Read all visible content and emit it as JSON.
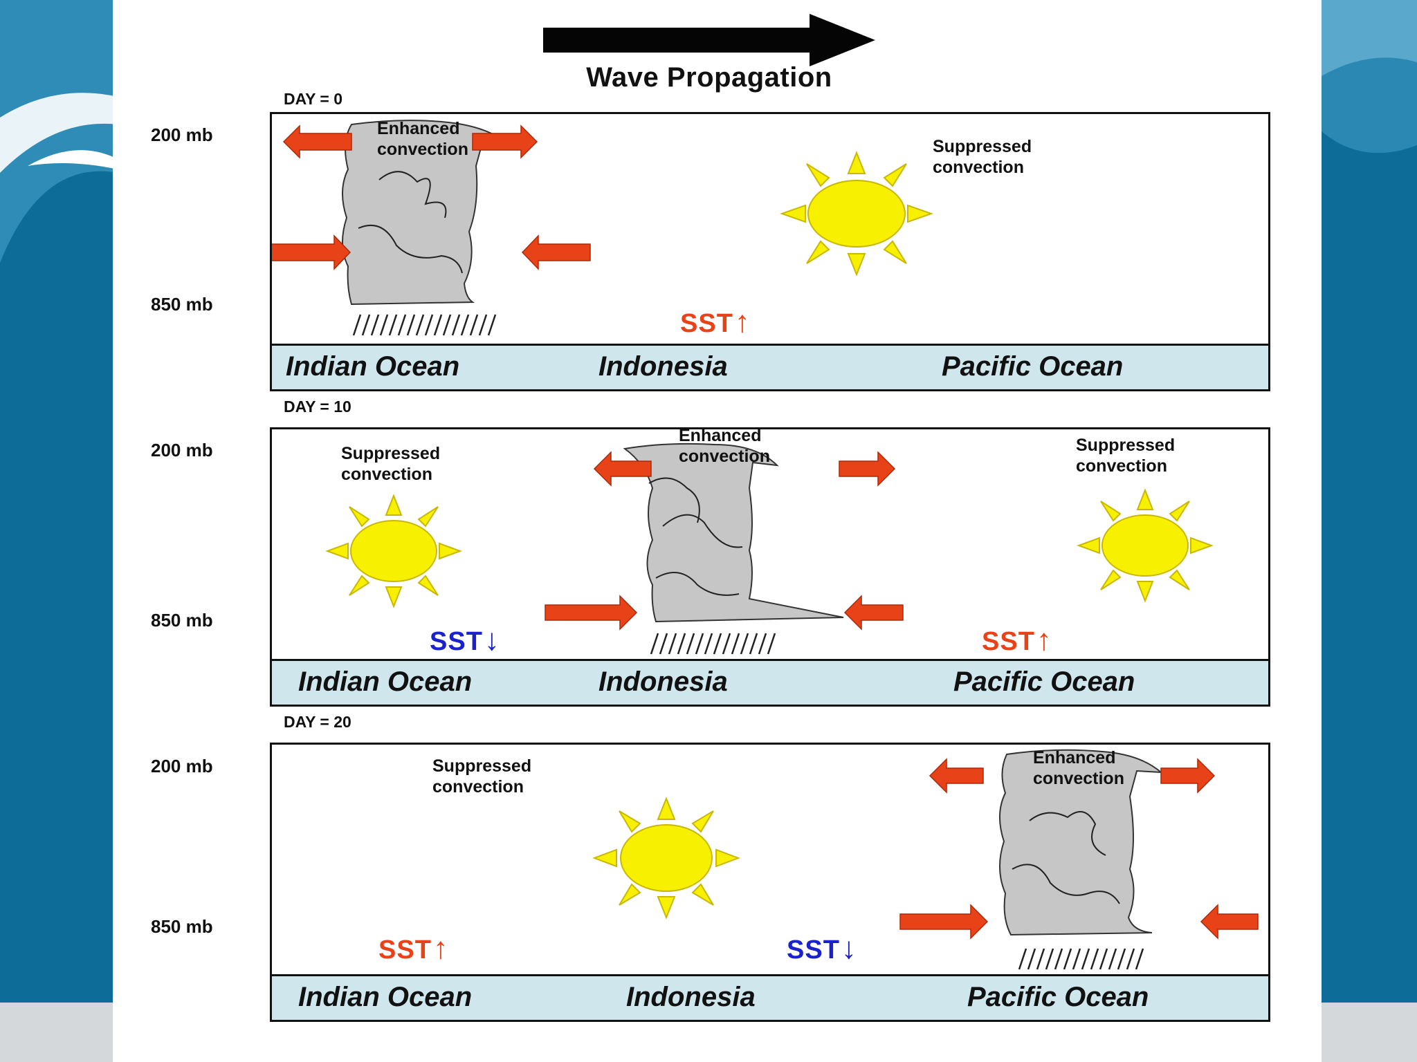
{
  "header": {
    "title": "Wave Propagation"
  },
  "axis": {
    "upper_level": "200 mb",
    "lower_level": "850 mb"
  },
  "regions": [
    "Indian Ocean",
    "Indonesia",
    "Pacific Ocean"
  ],
  "annotations": {
    "enhanced": "Enhanced\nconvection",
    "suppressed": "Suppressed\nconvection",
    "sst": "SST",
    "arrow_up": "↑",
    "arrow_down": "↓"
  },
  "panels": [
    {
      "day": "DAY = 0",
      "convection_over": "Indian Ocean",
      "sst": [
        {
          "over": "Indonesia",
          "trend": "up"
        }
      ]
    },
    {
      "day": "DAY = 10",
      "convection_over": "Indonesia",
      "sst": [
        {
          "over": "Indian Ocean",
          "trend": "down"
        },
        {
          "over": "Pacific Ocean",
          "trend": "up"
        }
      ]
    },
    {
      "day": "DAY = 20",
      "convection_over": "Pacific Ocean",
      "sst": [
        {
          "over": "Indian Ocean",
          "trend": "up"
        },
        {
          "over": "Indonesia",
          "trend": "down"
        }
      ]
    }
  ],
  "colors": {
    "cloud": "#c6c6c6",
    "sun": "#f7f000",
    "wind_arrow": "#e84318",
    "sst_up": "#e84318",
    "sst_down": "#1a22cc",
    "strip": "#cfe6ec",
    "background": "#0c5f88"
  }
}
